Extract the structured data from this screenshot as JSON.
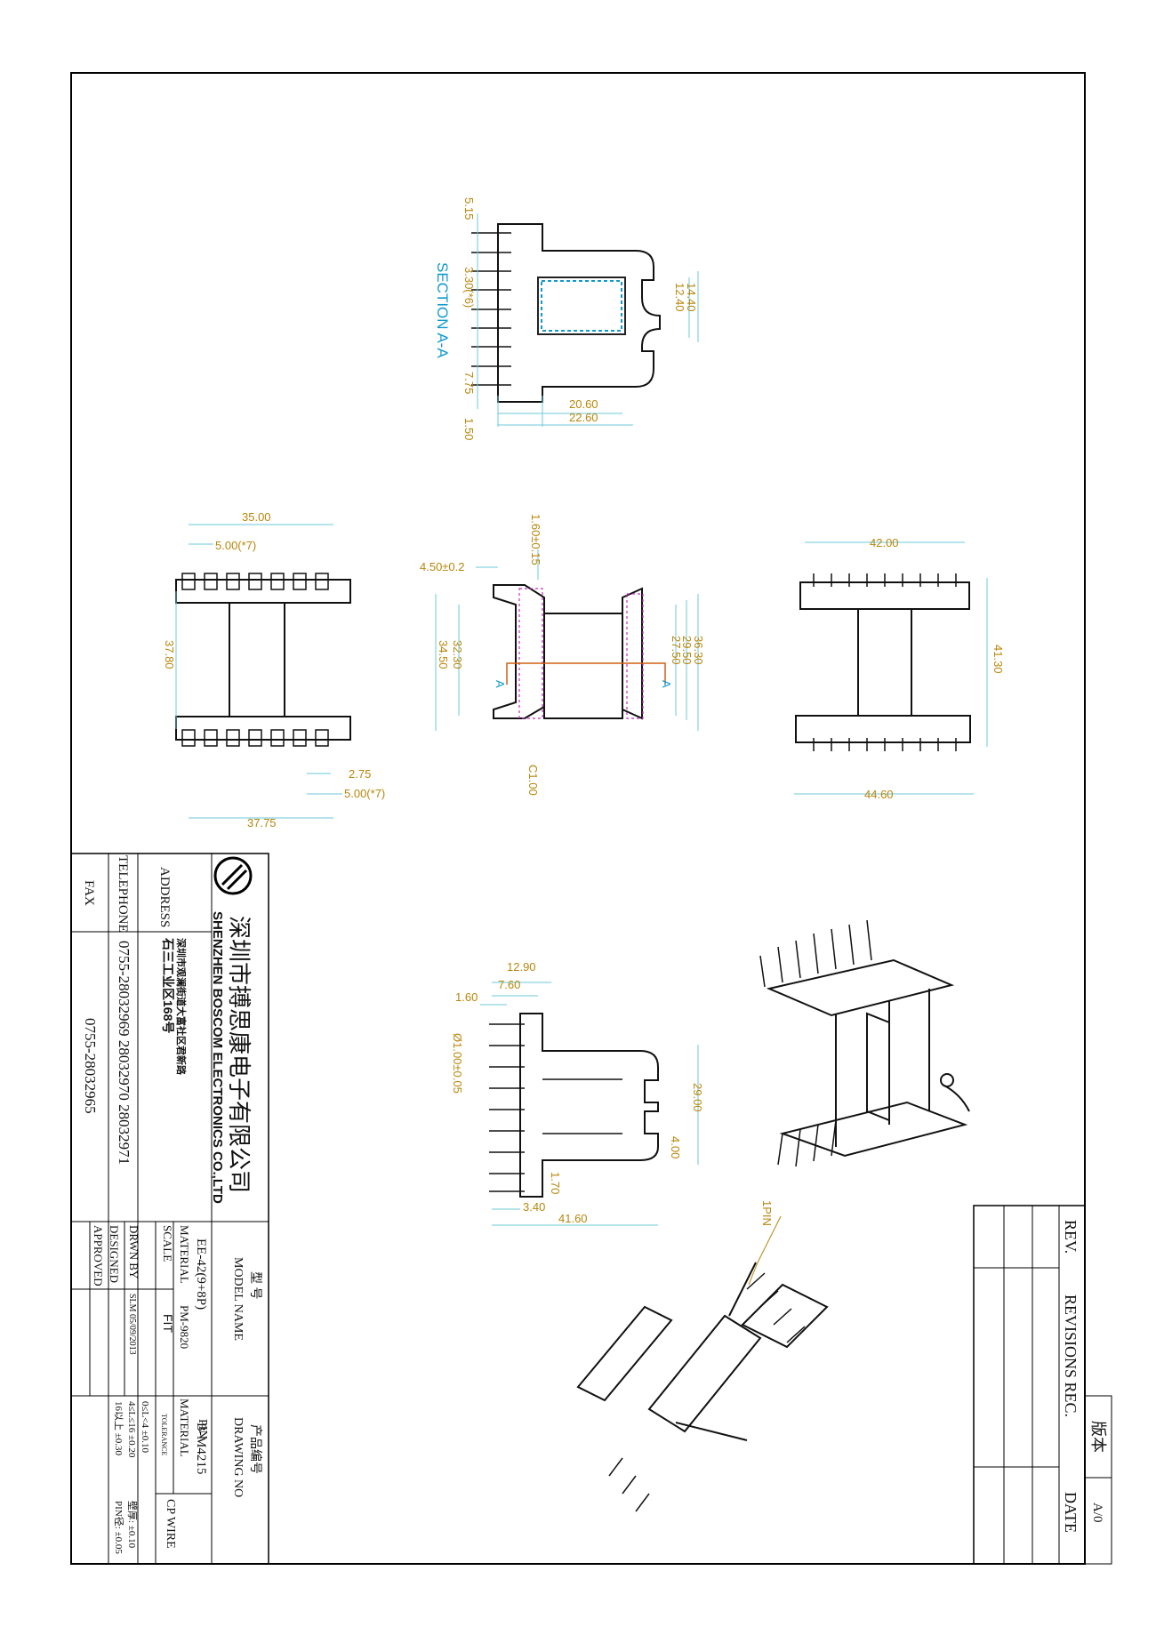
{
  "revision_block": {
    "version_label": "版本",
    "version_value": "A/0",
    "rev_label": "REV.",
    "revisions_label": "REVISIONS REC.",
    "date_label": "DATE"
  },
  "company": {
    "name_cn": "深圳市搏思康电子有限公司",
    "name_en": "SHENZHEN BOSCOM ELECTRONICS CO.,LTD",
    "address_label": "ADDRESS",
    "address_cn_1": "深圳市观澜街道大富社区君新路",
    "address_cn_2": "石三工业区168号",
    "telephone_label": "TELEPHONE",
    "telephone_value": "0755-28032969 28032970 28032971",
    "fax_label": "FAX",
    "fax_value": "0755-28032965"
  },
  "title_block": {
    "model_label_cn": "型 号",
    "model_label": "MODEL NAME",
    "model_value": "EE-42(9+8P)",
    "drawing_label_cn": "产品编号",
    "drawing_label": "DRAWING NO",
    "drawing_value": "B-M4215",
    "material_label": "MATERIAL",
    "material_value": "PM-9820",
    "pin_label": "PIN",
    "pin_material_label": "MATERIAL",
    "pin_material_value": "CP WIRE",
    "scale_label": "SCALE",
    "scale_value": "FIT",
    "drwn_label": "DRWN BY",
    "drwn_value": "SLM 05/09/2013",
    "designed_label": "DESIGNED",
    "approved_label": "APPROVED",
    "tolerance_label": "TOLERANCE",
    "tol_1": "0≤L<4 ±0.10",
    "tol_2": "4≤L≤16 ±0.20",
    "tol_3": "16以上 ±0.30",
    "tol_wall": "壁厚: ±0.10",
    "tol_pin": "PIN径: ±0.05"
  },
  "section_view": {
    "label": "SECTION A-A",
    "d_515": "5.15",
    "d_330": "3.30(*6)",
    "d_775": "7.75",
    "d_150": "1.50",
    "d_2060": "20.60",
    "d_2260": "22.60",
    "d_1440": "14.40",
    "d_1240": "12.40"
  },
  "top_view": {
    "d_3500": "35.00",
    "d_500a": "5.00(*7)",
    "d_3780": "37.80",
    "d_275": "2.75",
    "d_500b": "5.00(*7)",
    "d_3775": "37.75"
  },
  "front_view": {
    "d_450": "4.50±0.2",
    "d_160": "1.60±0.15",
    "d_3230": "32.30",
    "d_3450": "34.50",
    "d_2750": "27.50",
    "d_2950": "29.50",
    "d_3630": "36.30",
    "c100": "C1.00",
    "arrow_a1": "A",
    "arrow_a2": "A"
  },
  "right_view": {
    "d_4200": "42.00",
    "d_4130": "41.30",
    "d_4460": "44.60"
  },
  "bottom_view": {
    "d_1290": "12.90",
    "d_760": "7.60",
    "d_160": "1.60",
    "d_100": "Ø1.00±0.05",
    "d_2900": "29.00",
    "d_400": "4.00",
    "d_170": "1.70",
    "d_340": "3.40",
    "d_4160": "41.60"
  },
  "iso_view": {
    "pin1_label": "1PIN"
  }
}
